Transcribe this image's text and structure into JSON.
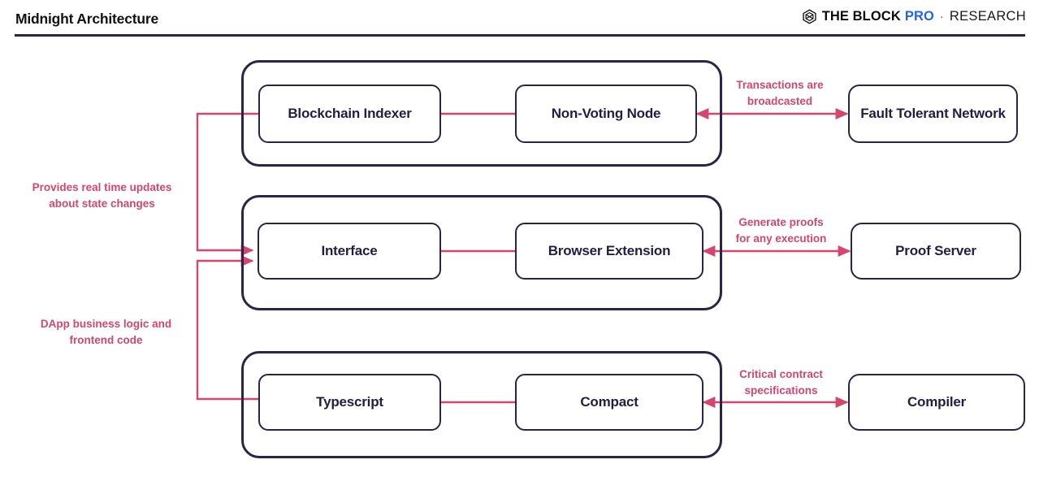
{
  "header": {
    "title": "Midnight Architecture",
    "brand": {
      "mark_icon": "hexagon-cube-logo-icon",
      "the_block": "THE BLOCK",
      "pro": "PRO",
      "separator": "·",
      "research": "RESEARCH",
      "pro_color": "#2563eb"
    }
  },
  "theme": {
    "node_border": "#2a2448",
    "node_text": "#221d45",
    "connector": "#d6456b",
    "annotation_text": "#d6456b",
    "background": "#ffffff"
  },
  "diagram": {
    "title": "Midnight Architecture",
    "groups": [
      {
        "id": "node-layer",
        "nodes": [
          {
            "id": "blockchain-indexer",
            "label": "Blockchain Indexer"
          },
          {
            "id": "non-voting-node",
            "label": "Non-Voting Node"
          }
        ]
      },
      {
        "id": "dapp-layer",
        "nodes": [
          {
            "id": "interface",
            "label": "Interface"
          },
          {
            "id": "browser-extension",
            "label": "Browser Extension"
          }
        ]
      },
      {
        "id": "contract-layer",
        "nodes": [
          {
            "id": "typescript",
            "label": "Typescript"
          },
          {
            "id": "compact",
            "label": "Compact"
          }
        ]
      }
    ],
    "external_nodes": [
      {
        "id": "fault-tolerant-network",
        "label": "Fault Tolerant\nNetwork"
      },
      {
        "id": "proof-server",
        "label": "Proof Server"
      },
      {
        "id": "compiler",
        "label": "Compiler"
      }
    ],
    "annotations": [
      {
        "id": "transactions-broadcasted",
        "text": "Transactions are\nbroadcasted"
      },
      {
        "id": "generate-proofs",
        "text": "Generate proofs\nfor any execution"
      },
      {
        "id": "critical-contract-specs",
        "text": "Critical contract\nspecifications"
      },
      {
        "id": "realtime-updates",
        "text": "Provides real time updates\nabout state changes"
      },
      {
        "id": "dapp-business-logic",
        "text": "DApp business logic and\nfrontend code"
      }
    ]
  }
}
